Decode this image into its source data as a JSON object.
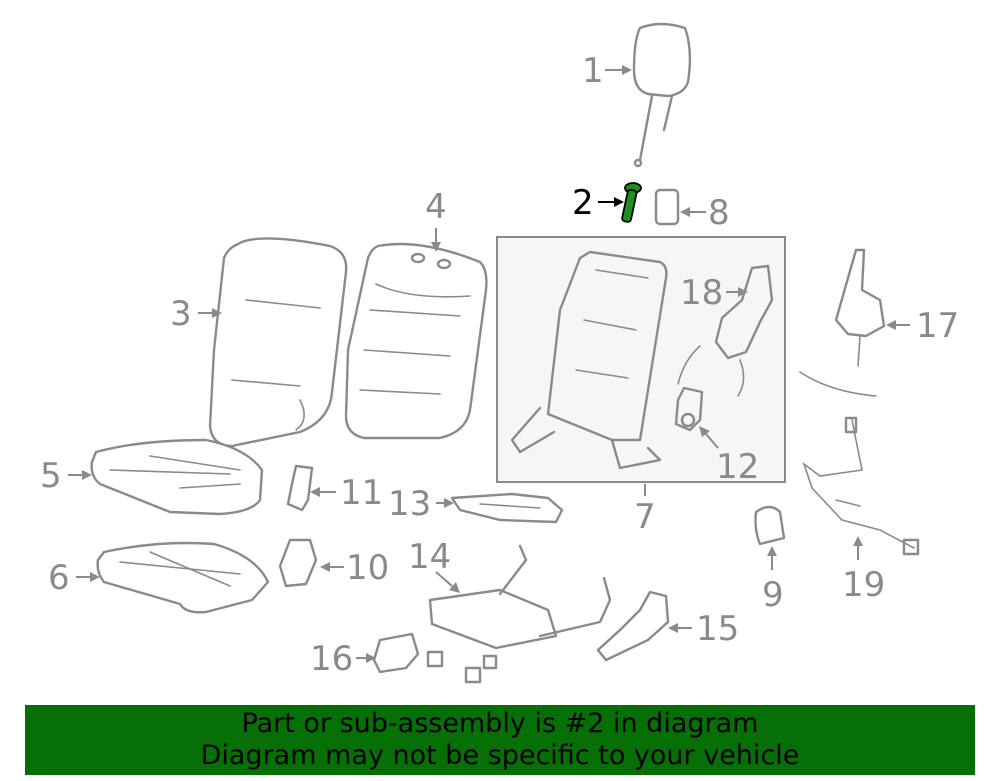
{
  "diagram": {
    "callouts": [
      "1",
      "2",
      "3",
      "4",
      "5",
      "6",
      "7",
      "8",
      "9",
      "10",
      "11",
      "12",
      "13",
      "14",
      "15",
      "16",
      "17",
      "18",
      "19"
    ],
    "highlighted_callout": "2",
    "colors": {
      "part_stroke": "#8a8a8a",
      "highlight": "#1f8f1f",
      "banner": "#066f06"
    }
  },
  "banner": {
    "line1": "Part or sub-assembly is #2 in diagram",
    "line2": "Diagram may not be specific to your vehicle"
  }
}
